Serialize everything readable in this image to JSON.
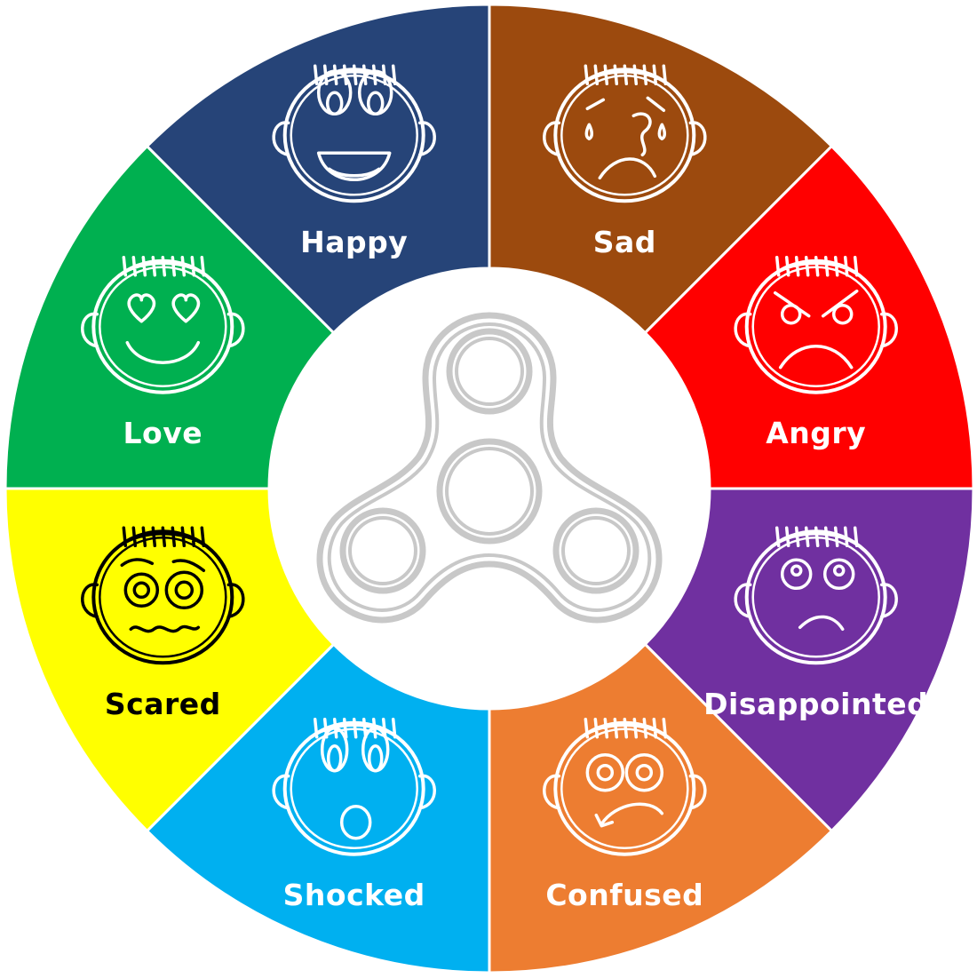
{
  "segments": [
    {
      "id": "sad",
      "label": "Sad",
      "color": "#9C4A0E",
      "ink": "#ffffff",
      "icon": "sad-face-icon"
    },
    {
      "id": "angry",
      "label": "Angry",
      "color": "#FF0000",
      "ink": "#ffffff",
      "icon": "angry-face-icon"
    },
    {
      "id": "disappointed",
      "label": "Disappointed",
      "color": "#7030A0",
      "ink": "#ffffff",
      "icon": "disappointed-face-icon"
    },
    {
      "id": "confused",
      "label": "Confused",
      "color": "#ED7D31",
      "ink": "#ffffff",
      "icon": "confused-face-icon"
    },
    {
      "id": "shocked",
      "label": "Shocked",
      "color": "#00B0F0",
      "ink": "#ffffff",
      "icon": "shocked-face-icon"
    },
    {
      "id": "scared",
      "label": "Scared",
      "color": "#FFFF00",
      "ink": "#000000",
      "icon": "scared-face-icon"
    },
    {
      "id": "love",
      "label": "Love",
      "color": "#00B050",
      "ink": "#ffffff",
      "icon": "love-face-icon"
    },
    {
      "id": "happy",
      "label": "Happy",
      "color": "#264478",
      "ink": "#ffffff",
      "icon": "happy-face-icon"
    }
  ],
  "center": {
    "icon": "fidget-spinner-icon",
    "color": "#C8C8C8"
  }
}
